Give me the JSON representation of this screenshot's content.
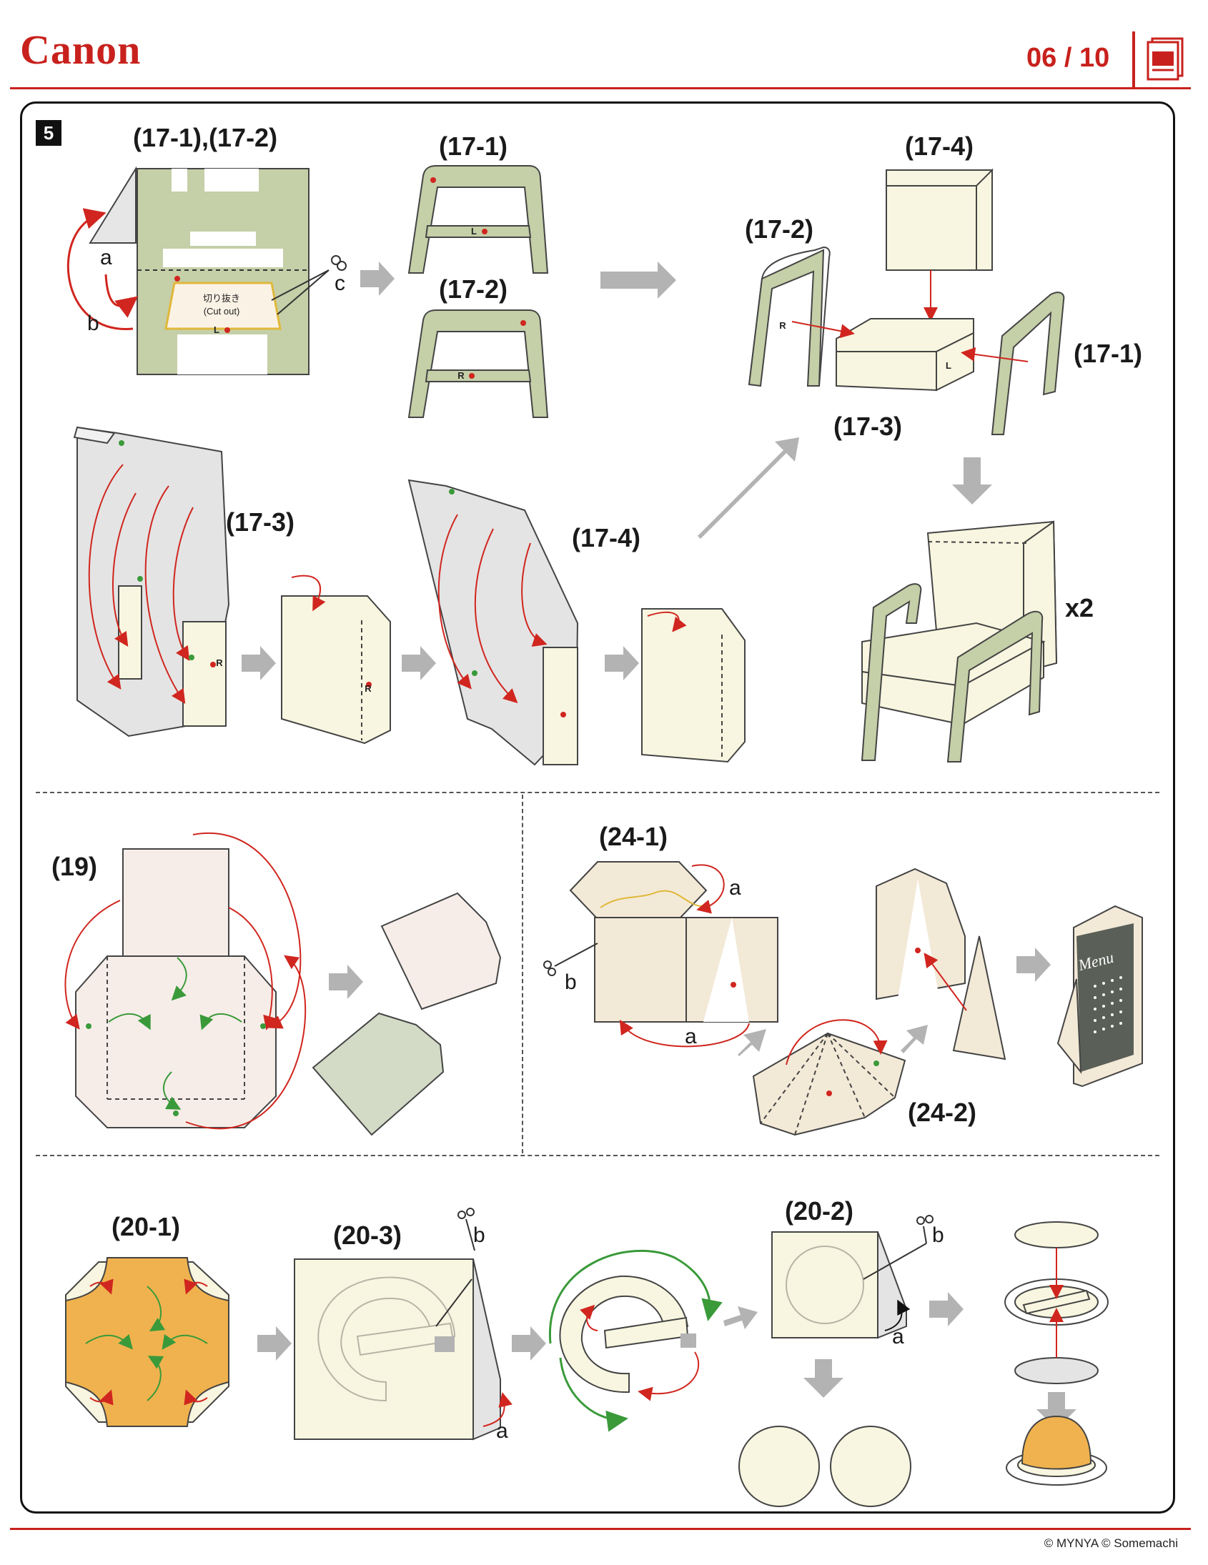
{
  "header": {
    "logo": "Canon",
    "page_number": "06 / 10",
    "menu_icon": "page-menu-icon"
  },
  "step": {
    "number": "5"
  },
  "labels": {
    "l17_12": "(17-1),(17-2)",
    "l17_1_top": "(17-1)",
    "l17_2_mid": "(17-2)",
    "l17_4_top": "(17-4)",
    "l17_2_right": "(17-2)",
    "l17_1_right": "(17-1)",
    "l17_3_right": "(17-3)",
    "l17_3_left": "(17-3)",
    "l17_4_mid": "(17-4)",
    "x2": "x2",
    "l19": "(19)",
    "l24_1": "(24-1)",
    "l24_2": "(24-2)",
    "l20_1": "(20-1)",
    "l20_3": "(20-3)",
    "l20_2": "(20-2)"
  },
  "letters": {
    "a": "a",
    "b": "b",
    "c": "c"
  },
  "cutout": {
    "jp": "切り抜き",
    "en": "(Cut out)"
  },
  "marks": {
    "L": "L",
    "R": "R"
  },
  "menu_card_text": "Menu",
  "footer": {
    "copyright": "© MYNYA  © Somemachi"
  },
  "colors": {
    "brand_red": "#c8211d",
    "green_paper": "#c5cfa8",
    "cream": "#f8f6e0",
    "arrow_gray": "#b3b3b3",
    "fold_red": "#d0261f",
    "fold_green": "#3a9a3a",
    "orange": "#f0b24e",
    "chalkboard": "#5a5f58"
  },
  "icons": [
    "scissors-icon",
    "fold-arrow-icon",
    "page-menu-icon"
  ]
}
